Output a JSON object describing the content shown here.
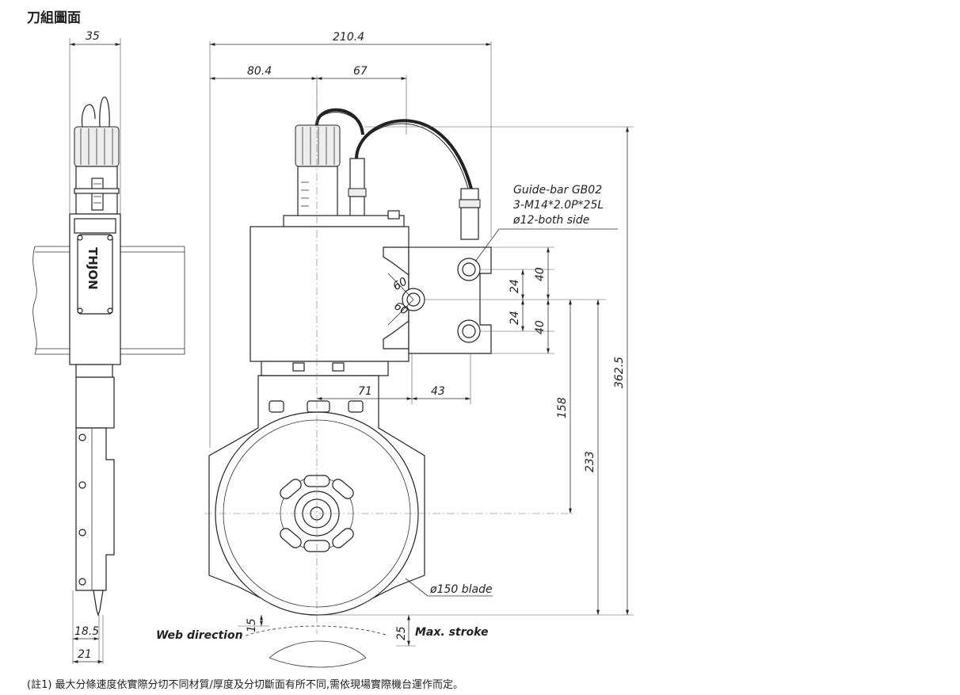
{
  "title": "刀組圖面",
  "note": "(註1) 最大分條速度依實際分切不同材質/厚度及分切斷面有所不同,需依現場實際機台運作而定。",
  "brand": "THJON",
  "dimensions": {
    "w35": "35",
    "w210": "210.4",
    "w80": "80.4",
    "w67": "67",
    "w71": "71",
    "w43": "43",
    "h24a": "24",
    "h24b": "24",
    "h40a": "40",
    "h40b": "40",
    "h158": "158",
    "h233": "233",
    "h362": "362.5",
    "h15": "15",
    "h25": "25",
    "w18": "18.5",
    "w21": "21",
    "a60a": "60",
    "a60b": "60"
  },
  "labels": {
    "guide1": "Guide-bar GB02",
    "guide2": "3-M14*2.0P*25L",
    "guide3": "ø12-both side",
    "blade": "ø150 blade",
    "web": "Web direction",
    "stroke": "Max. stroke"
  }
}
